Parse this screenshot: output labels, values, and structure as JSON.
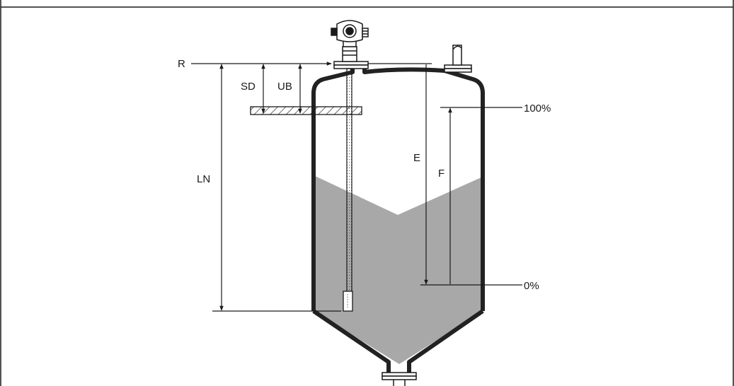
{
  "labels": {
    "r": "R",
    "sd": "SD",
    "ub": "UB",
    "ln": "LN",
    "e": "E",
    "f": "F",
    "full": "100%",
    "empty": "0%"
  },
  "colors": {
    "line": "#1a1a1a",
    "wall": "#222222",
    "product": "#a8a8a8",
    "background": "#ffffff"
  }
}
